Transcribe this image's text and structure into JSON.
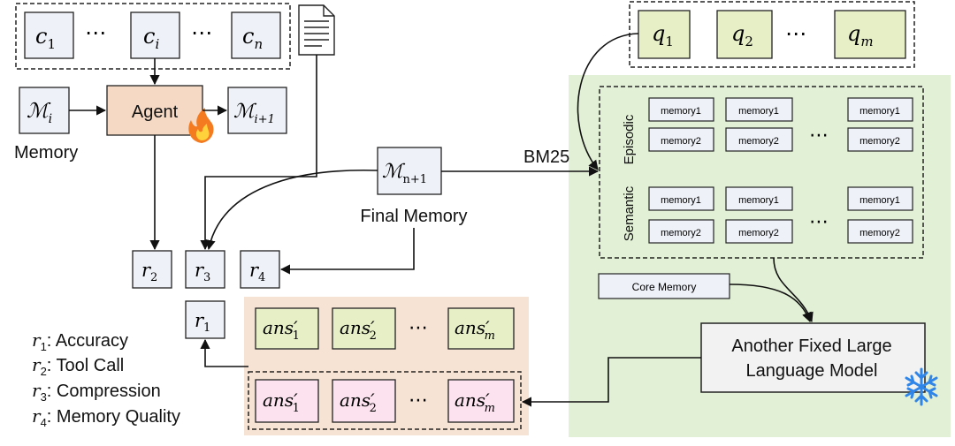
{
  "chunks": {
    "first": "c",
    "first_sub": "1",
    "middle": "c",
    "middle_sub": "i",
    "last": "c",
    "last_sub": "n",
    "ellipsis": "⋯"
  },
  "queries": {
    "first": "q",
    "first_sub": "1",
    "second": "q",
    "second_sub": "2",
    "last": "q",
    "last_sub": "m",
    "ellipsis": "⋯"
  },
  "agent": {
    "label": "Agent",
    "memory_in": "ℳ",
    "memory_in_sub": "i",
    "memory_out": "ℳ",
    "memory_out_sub": "i+1",
    "memory_label": "Memory"
  },
  "final_memory": {
    "symbol": "ℳ",
    "sub": "n+1",
    "label": "Final Memory"
  },
  "bm25_label": "BM25",
  "memory_store": {
    "episodic_label": "Episodic",
    "semantic_label": "Semantic",
    "ellipsis": "⋯",
    "episodic": {
      "row1": [
        "memory1",
        "memory1",
        "memory1"
      ],
      "row2": [
        "memory2",
        "memory2",
        "memory2"
      ]
    },
    "semantic": {
      "row1": [
        "memory1",
        "memory1",
        "memory1"
      ],
      "row2": [
        "memory2",
        "memory2",
        "memory2"
      ]
    },
    "core_memory": "Core Memory"
  },
  "llm": {
    "line1": "Another Fixed Large",
    "line2": "Language Model"
  },
  "rewards": {
    "r_symbol": "r",
    "r1_sub": "1",
    "r2_sub": "2",
    "r3_sub": "3",
    "r4_sub": "4"
  },
  "answers": {
    "ans_text": "ans",
    "prime": "′",
    "sub1": "1",
    "sub2": "2",
    "subm": "m",
    "ellipsis": "⋯"
  },
  "legend": [
    {
      "sym": "r",
      "sub": "1",
      "text": ": Accuracy"
    },
    {
      "sym": "r",
      "sub": "2",
      "text": ": Tool Call"
    },
    {
      "sym": "r",
      "sub": "3",
      "text": ": Compression"
    },
    {
      "sym": "r",
      "sub": "4",
      "text": ": Memory Quality"
    }
  ],
  "colors": {
    "box_fill": "#eef1f8",
    "agent_fill": "#f5d9c4",
    "query_fill": "#e7efc7",
    "green_region": "#e2f0d6",
    "peach_region": "#f7e3d4",
    "answer_pink": "#fbe2ee",
    "snowflake": "#2f86e8",
    "flame_outer": "#f47b20",
    "flame_inner": "#ffd23c"
  },
  "icons": [
    "document-icon",
    "flame-icon",
    "snowflake-icon"
  ]
}
